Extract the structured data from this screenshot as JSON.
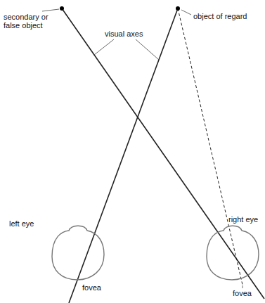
{
  "diagram": {
    "labels": [
      "secondary or false object",
      "visual axes",
      "object of regard",
      "left eye",
      "right eye",
      "fovea",
      "fovea"
    ]
  }
}
